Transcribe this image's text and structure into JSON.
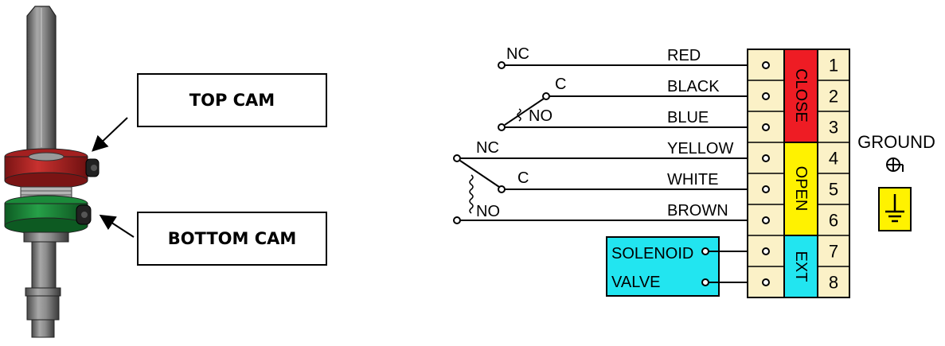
{
  "callouts": {
    "top_cam": "TOP CAM",
    "bottom_cam": "BOTTOM CAM"
  },
  "wiring": {
    "wires": [
      {
        "color_name": "RED",
        "terminal": 1
      },
      {
        "color_name": "BLACK",
        "terminal": 2
      },
      {
        "color_name": "BLUE",
        "terminal": 3
      },
      {
        "color_name": "YELLOW",
        "terminal": 4
      },
      {
        "color_name": "WHITE",
        "terminal": 5
      },
      {
        "color_name": "BROWN",
        "terminal": 6
      }
    ],
    "switch1": {
      "nc": "NC",
      "c": "C",
      "no": "NO"
    },
    "switch2": {
      "nc": "NC",
      "c": "C",
      "no": "NO"
    },
    "groups": [
      {
        "label": "CLOSE",
        "color": "#ee1c24",
        "terminals": [
          1,
          2,
          3
        ]
      },
      {
        "label": "OPEN",
        "color": "#fff200",
        "terminals": [
          4,
          5,
          6
        ]
      },
      {
        "label": "EXT",
        "color": "#22e5f0",
        "terminals": [
          7,
          8
        ]
      }
    ],
    "terminal_numbers": [
      "1",
      "2",
      "3",
      "4",
      "5",
      "6",
      "7",
      "8"
    ],
    "solenoid": {
      "line1": "SOLENOID",
      "line2": "VALVE",
      "color": "#22e5f0"
    },
    "ground_label": "GROUND",
    "terminal_block_color": "#fbf1c7",
    "ground_symbol_color": "#fff200"
  }
}
